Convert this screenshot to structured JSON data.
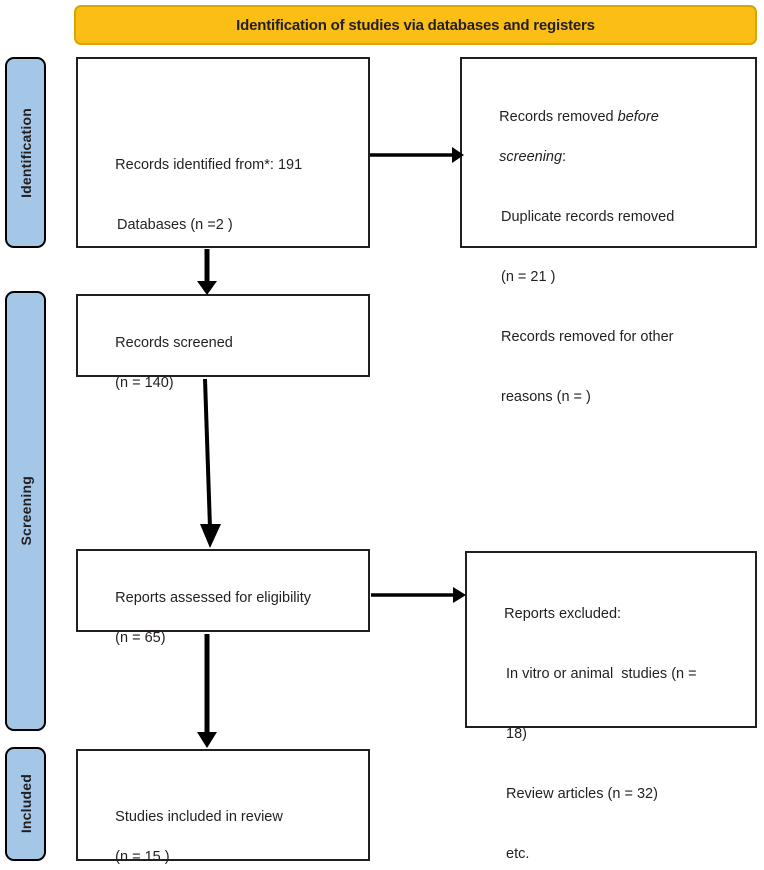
{
  "banner": {
    "title": "Identification of studies via databases and registers"
  },
  "phases": [
    {
      "id": "identification",
      "label": "Identification"
    },
    {
      "id": "screening",
      "label": "Screening"
    },
    {
      "id": "included",
      "label": "Included"
    }
  ],
  "boxes": {
    "identified": {
      "line1": "Records identified from*: 191",
      "line2": "Databases (n =2 )"
    },
    "removed_before_screening": {
      "line1_a": "Records removed ",
      "line1_b": "before",
      "line2_a": "screening",
      "line2_b": ":",
      "line3": "Duplicate records removed",
      "line4": "(n = 21 )",
      "line5": "Records removed for other",
      "line6": "reasons (n = )"
    },
    "records_screened": {
      "line1": "Records screened",
      "line2": "(n = 140)"
    },
    "reports_assessed": {
      "line1": "Reports assessed for eligibility",
      "line2": "(n = 65)"
    },
    "reports_excluded": {
      "line1": "Reports excluded:",
      "line2": "In vitro or animal  studies (n =",
      "line3": "18)",
      "line4": "Review articles (n = 32)",
      "line5": "etc."
    },
    "studies_included": {
      "line1": "Studies included in review",
      "line2": "(n = 15 )"
    }
  },
  "colors": {
    "banner_fill": "#FBBE14",
    "banner_border": "#D9A404",
    "phase_fill": "#A4C7E8",
    "box_border": "#231f20",
    "arrow": "#000000",
    "page_background": "#ffffff"
  },
  "chart_data": {
    "type": "diagram",
    "title": "PRISMA 2020 flow diagram",
    "nodes": [
      {
        "id": "identified",
        "stage": "Identification",
        "label": "Records identified from*: 191 Databases (n =2 )",
        "n": 191,
        "databases": 2
      },
      {
        "id": "removed_before_screening",
        "stage": "Identification",
        "label": "Records removed before screening",
        "duplicates_removed": 21,
        "other_reasons": null
      },
      {
        "id": "records_screened",
        "stage": "Screening",
        "label": "Records screened",
        "n": 140
      },
      {
        "id": "reports_assessed",
        "stage": "Screening",
        "label": "Reports assessed for eligibility",
        "n": 65
      },
      {
        "id": "reports_excluded",
        "stage": "Screening",
        "label": "Reports excluded",
        "in_vitro_or_animal_studies": 18,
        "review_articles": 32,
        "other": "etc."
      },
      {
        "id": "studies_included",
        "stage": "Included",
        "label": "Studies included in review",
        "n": 15
      }
    ],
    "edges": [
      {
        "from": "identified",
        "to": "removed_before_screening",
        "direction": "right"
      },
      {
        "from": "identified",
        "to": "records_screened",
        "direction": "down"
      },
      {
        "from": "records_screened",
        "to": "reports_assessed",
        "direction": "down"
      },
      {
        "from": "reports_assessed",
        "to": "reports_excluded",
        "direction": "right"
      },
      {
        "from": "reports_assessed",
        "to": "studies_included",
        "direction": "down"
      }
    ]
  }
}
